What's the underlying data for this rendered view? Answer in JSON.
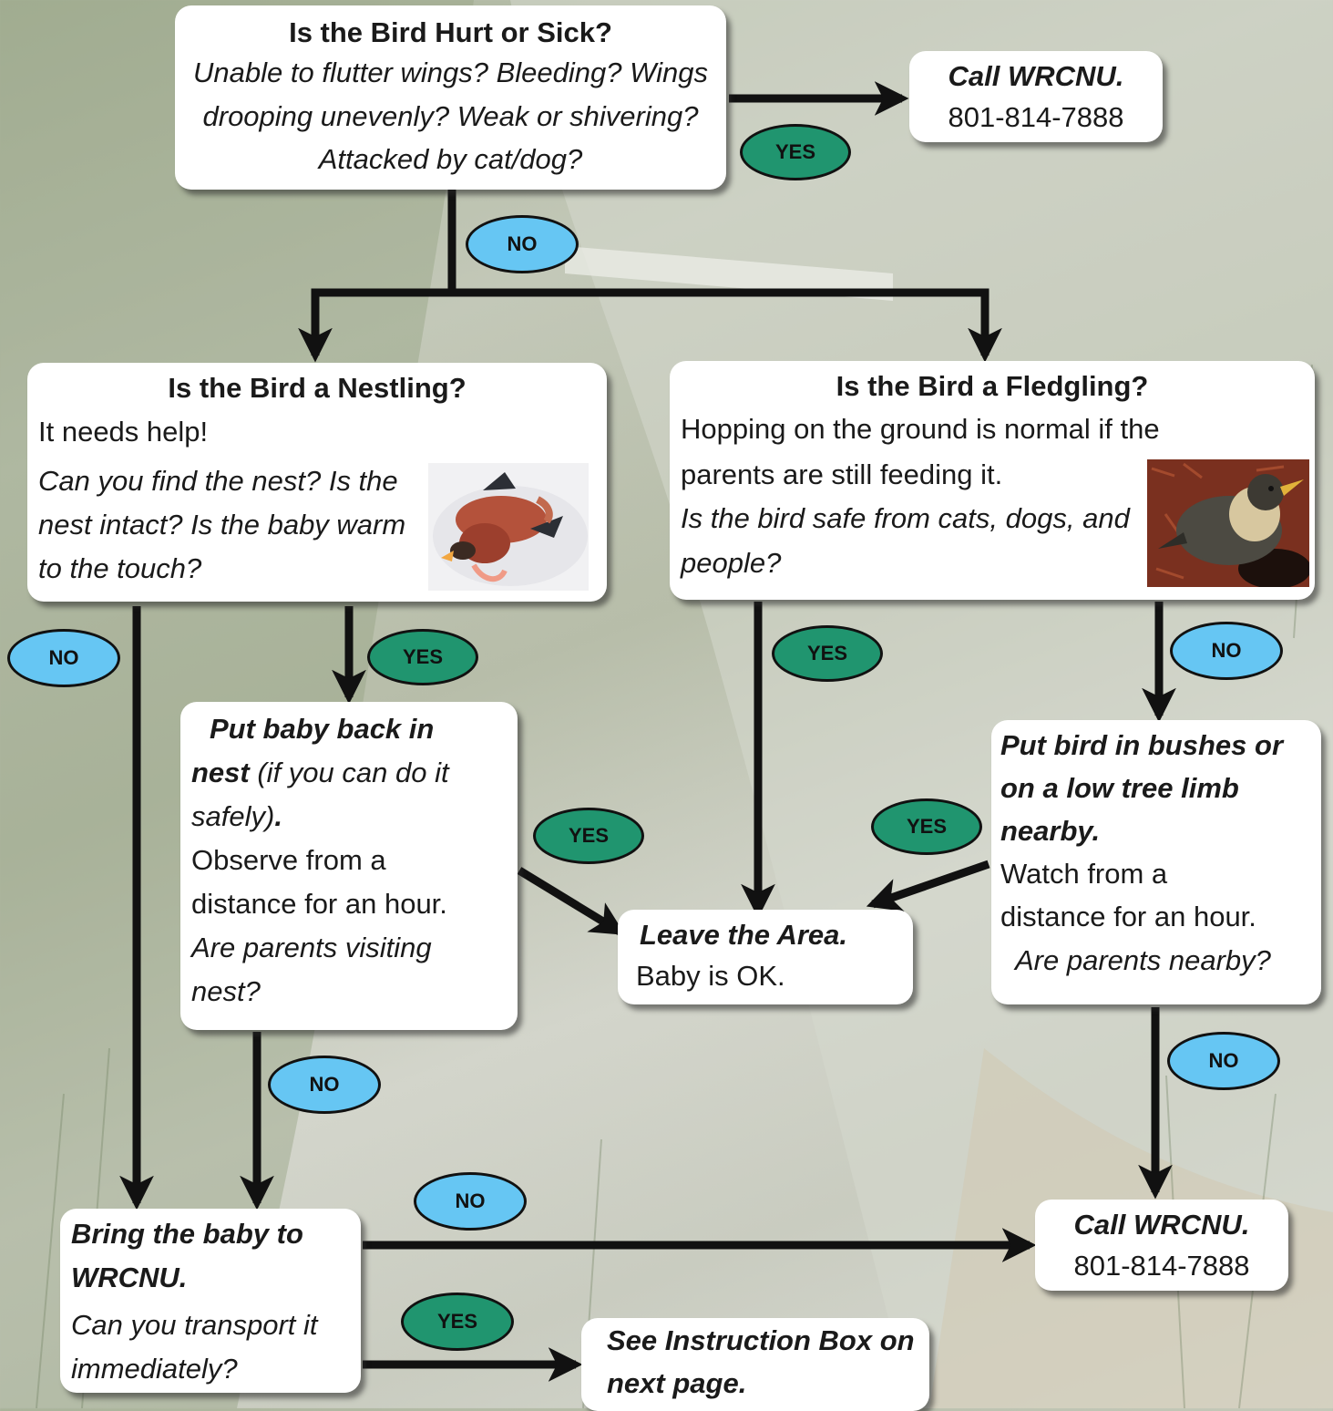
{
  "colors": {
    "yes_badge": "#20956f",
    "no_badge": "#66c6f3",
    "arrow": "#111111",
    "box": "#ffffff"
  },
  "nodes": {
    "hurt": {
      "title": "Is the Bird Hurt or Sick?",
      "question": "Unable to flutter wings? Bleeding? Wings drooping unevenly? Weak or shivering? Attacked by cat/dog?"
    },
    "call_top": {
      "action": "Call WRCNU.",
      "phone": "801-814-7888"
    },
    "nestling": {
      "title": "Is the Bird a Nestling?",
      "text": "It needs help!",
      "question": "Can you find the nest? Is the nest intact? Is the baby warm to the touch?",
      "photo": "nestling-bird-photo"
    },
    "fledgling": {
      "title": "Is the Bird a Fledgling?",
      "text": "Hopping on the ground is normal if the parents are still feeding it.",
      "question": "Is the bird safe from cats, dogs, and people?",
      "photo": "fledgling-robin-photo"
    },
    "nest_back": {
      "action": "Put baby back in",
      "action_bold_2": "nest",
      "action_note": " (if you can do it safely)",
      "action_end": ".",
      "text": "Observe from a distance for an hour.",
      "question": "Are parents visiting nest?"
    },
    "bushes": {
      "action": "Put bird in bushes or on a low tree limb nearby.",
      "text": "Watch from a distance for an hour.",
      "question": "Are parents nearby?"
    },
    "leave": {
      "action": "Leave the Area.",
      "text": "Baby is OK."
    },
    "bring": {
      "action": "Bring the baby to WRCNU.",
      "question": "Can you transport it immediately?"
    },
    "call_bottom": {
      "action": "Call WRCNU.",
      "phone": "801-814-7888"
    },
    "see": {
      "action": "See Instruction Box on next page."
    }
  },
  "badges": {
    "yes": "YES",
    "no": "NO"
  }
}
